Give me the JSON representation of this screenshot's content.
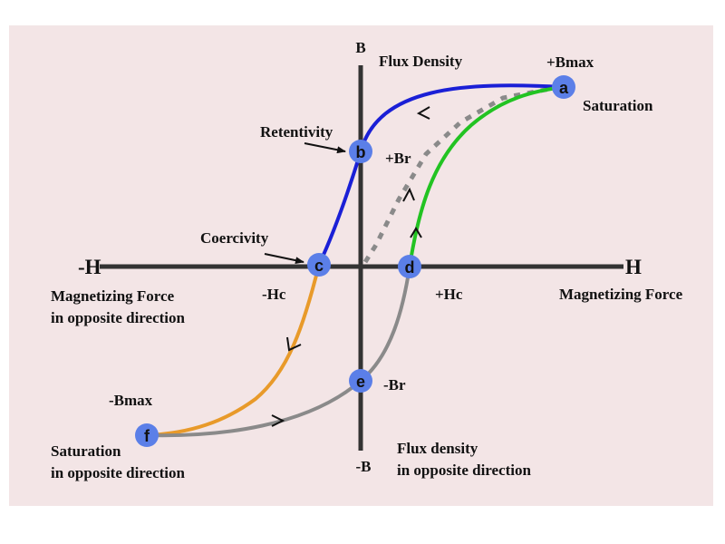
{
  "colors": {
    "panel_bg": "#f3e5e6",
    "axis": "#333333",
    "point_fill": "#5b7fe8",
    "curve_b_to_c": "#1a1fd6",
    "curve_c_to_f": "#e89a2a",
    "curve_f_to_d": "#8a8a8a",
    "curve_d_to_a": "#22c322",
    "initial_curve": "#8a8a8a",
    "arrow": "#111111"
  },
  "axes": {
    "y_pos_label": "B",
    "y_neg_label": "-B",
    "x_pos_label": "H",
    "x_neg_label": "-H"
  },
  "labels": {
    "flux_density": "Flux Density",
    "flux_opp_line1": "Flux density",
    "flux_opp_line2": "in opposite direction",
    "mag_force_pos": "Magnetizing Force",
    "mag_force_neg_line1": "Magnetizing Force",
    "mag_force_neg_line2": "in opposite direction",
    "bmax_pos": "+Bmax",
    "bmax_neg": "-Bmax",
    "saturation_pos": "Saturation",
    "saturation_neg_line1": "Saturation",
    "saturation_neg_line2": "in opposite direction",
    "retentivity": "Retentivity",
    "coercivity": "Coercivity",
    "br_pos": "+Br",
    "br_neg": "-Br",
    "hc_neg": "-Hc",
    "hc_pos": "+Hc"
  },
  "points": [
    "a",
    "b",
    "c",
    "d",
    "e",
    "f"
  ]
}
